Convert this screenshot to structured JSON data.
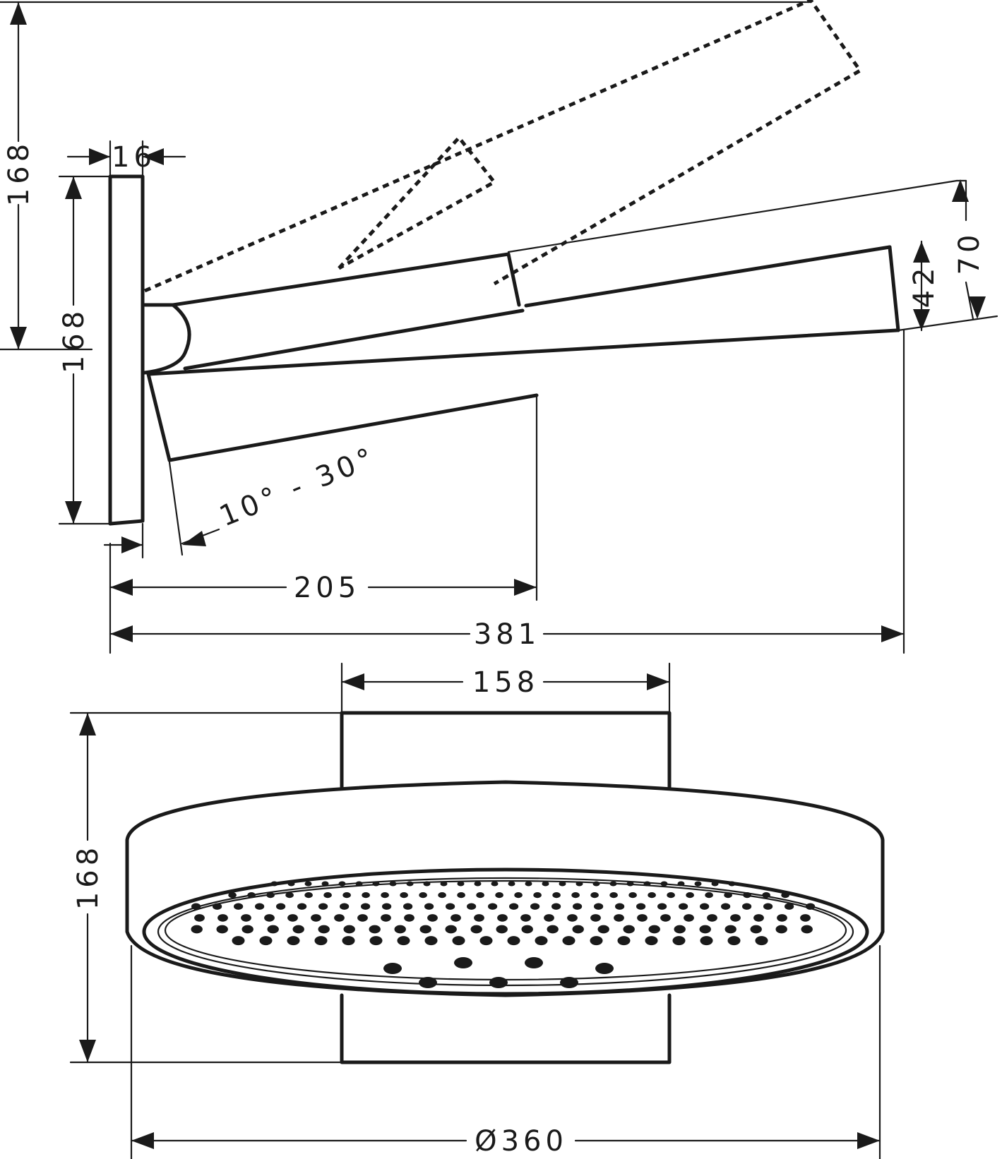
{
  "side_view": {
    "dims": {
      "overall_height": "168",
      "plate_thickness": "16",
      "plate_height": "168",
      "tilt_range": "10° - 30°",
      "arm_to_body": "205",
      "overall_projection": "381",
      "head_height_inner": "42",
      "head_height_outer": "70"
    }
  },
  "front_view": {
    "dims": {
      "mount_width": "158",
      "mount_height": "168",
      "head_diameter": "Ø360"
    }
  },
  "colors": {
    "line": "#1a1a1a",
    "background": "#ffffff"
  }
}
